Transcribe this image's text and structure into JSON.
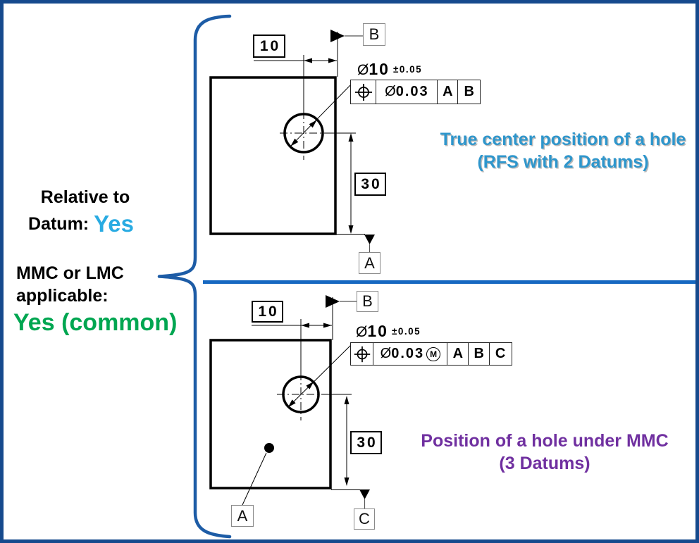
{
  "page": {
    "bg": "#ffffff",
    "border_color": "#164A8D",
    "divider_color": "#1668C1",
    "brace_color": "#1D5CA6",
    "line_color": "#000000"
  },
  "left_panel": {
    "relative_to": "Relative to",
    "datum_label": "Datum:",
    "datum_value": "Yes",
    "datum_value_color": "#29ABE2",
    "mmc_line1": "MMC or LMC",
    "mmc_line2": "applicable:",
    "mmc_value": "Yes (common)",
    "mmc_value_color": "#00A651"
  },
  "top_view": {
    "offset_dim": "10",
    "height_dim": "30",
    "size": {
      "dia": "Ø",
      "value": "10",
      "tol": "±0.05"
    },
    "fcf": {
      "symbol": "true-position-icon",
      "dia": "Ø",
      "tol": "0.03",
      "datums": [
        "A",
        "B"
      ]
    },
    "datum_b": "B",
    "datum_a": "A"
  },
  "caption_top": {
    "line1": "True center position of a hole",
    "line2": "(RFS with 2 Datums)",
    "color": "#2E96CC"
  },
  "bottom_view": {
    "offset_dim": "10",
    "height_dim": "30",
    "size": {
      "dia": "Ø",
      "value": "10",
      "tol": "±0.05"
    },
    "fcf": {
      "symbol": "true-position-icon",
      "dia": "Ø",
      "tol": "0.03",
      "modifier": "M",
      "datums": [
        "A",
        "B",
        "C"
      ]
    },
    "datum_b": "B",
    "datum_a": "A",
    "datum_c": "C"
  },
  "caption_bottom": {
    "line1": "Position of a hole under MMC",
    "line2": "(3 Datums)",
    "color": "#7030A0"
  }
}
